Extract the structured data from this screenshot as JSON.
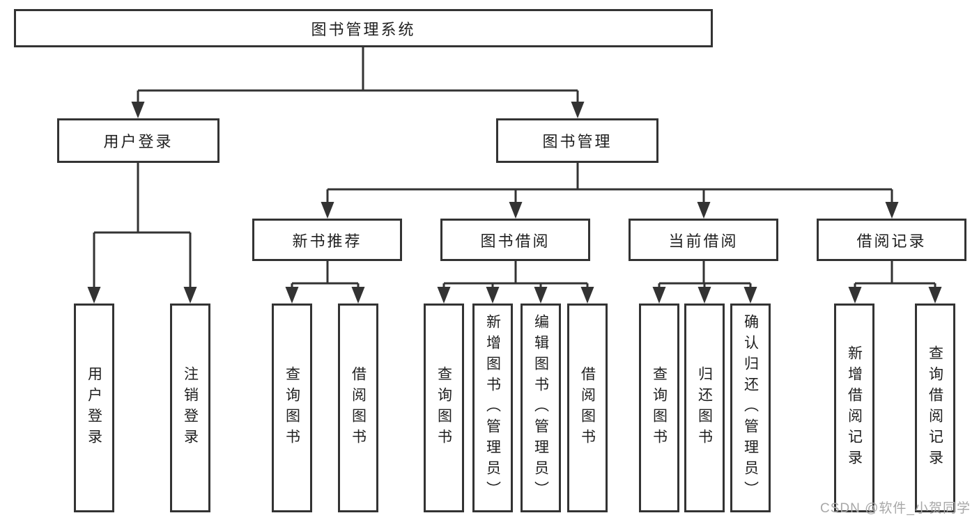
{
  "tree": {
    "root": "图书管理系统",
    "children": [
      {
        "label": "用户登录",
        "children": [
          "用户登录",
          "注销登录"
        ]
      },
      {
        "label": "图书管理",
        "children": [
          {
            "label": "新书推荐",
            "children": [
              "查询图书",
              "借阅图书"
            ]
          },
          {
            "label": "图书借阅",
            "children": [
              "查询图书",
              "新增图书（管理员）",
              "编辑图书（管理员）",
              "借阅图书"
            ]
          },
          {
            "label": "当前借阅",
            "children": [
              "查询图书",
              "归还图书",
              "确认归还（管理员）"
            ]
          },
          {
            "label": "借阅记录",
            "children": [
              "新增借阅记录",
              "查询借阅记录"
            ]
          }
        ]
      }
    ]
  },
  "watermark": "CSDN @软件_小贺同学",
  "colors": {
    "line": "#333333",
    "text": "#1f1f1f",
    "watermark": "#a8a8a8",
    "background": "#ffffff"
  }
}
